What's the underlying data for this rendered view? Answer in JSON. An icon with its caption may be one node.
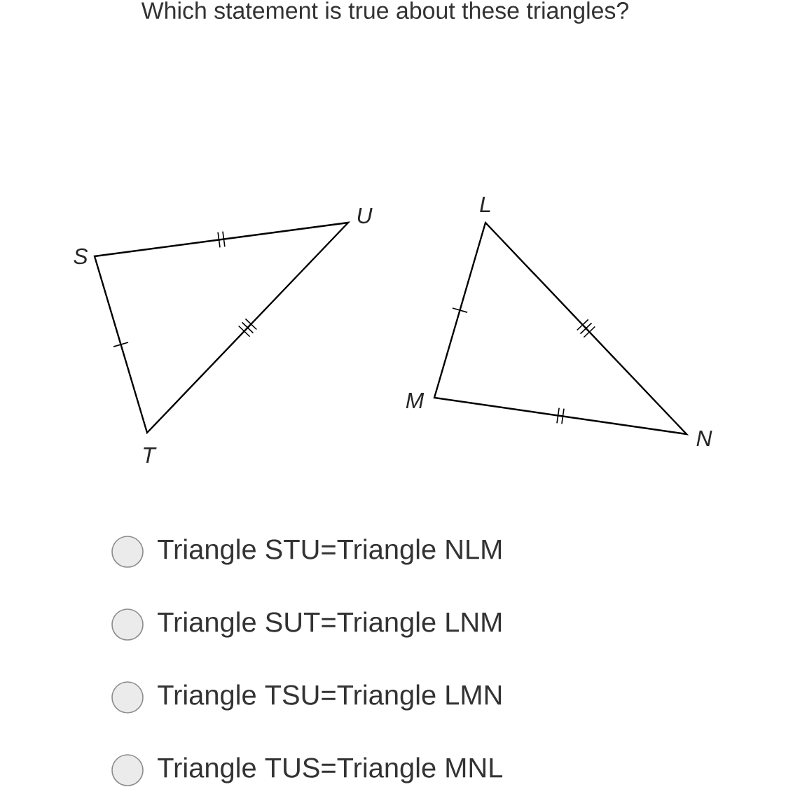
{
  "diagram": {
    "title": "Which statement is true about these triangles?",
    "labels": [
      "U",
      "S",
      "T",
      "L",
      "M",
      "N",
      "Triangle STU=Triangle NLM",
      "Triangle SUT=Triangle LNM",
      "Triangle TSU=Triangle LMN",
      "Triangle TUS=Triangle MNL"
    ]
  }
}
